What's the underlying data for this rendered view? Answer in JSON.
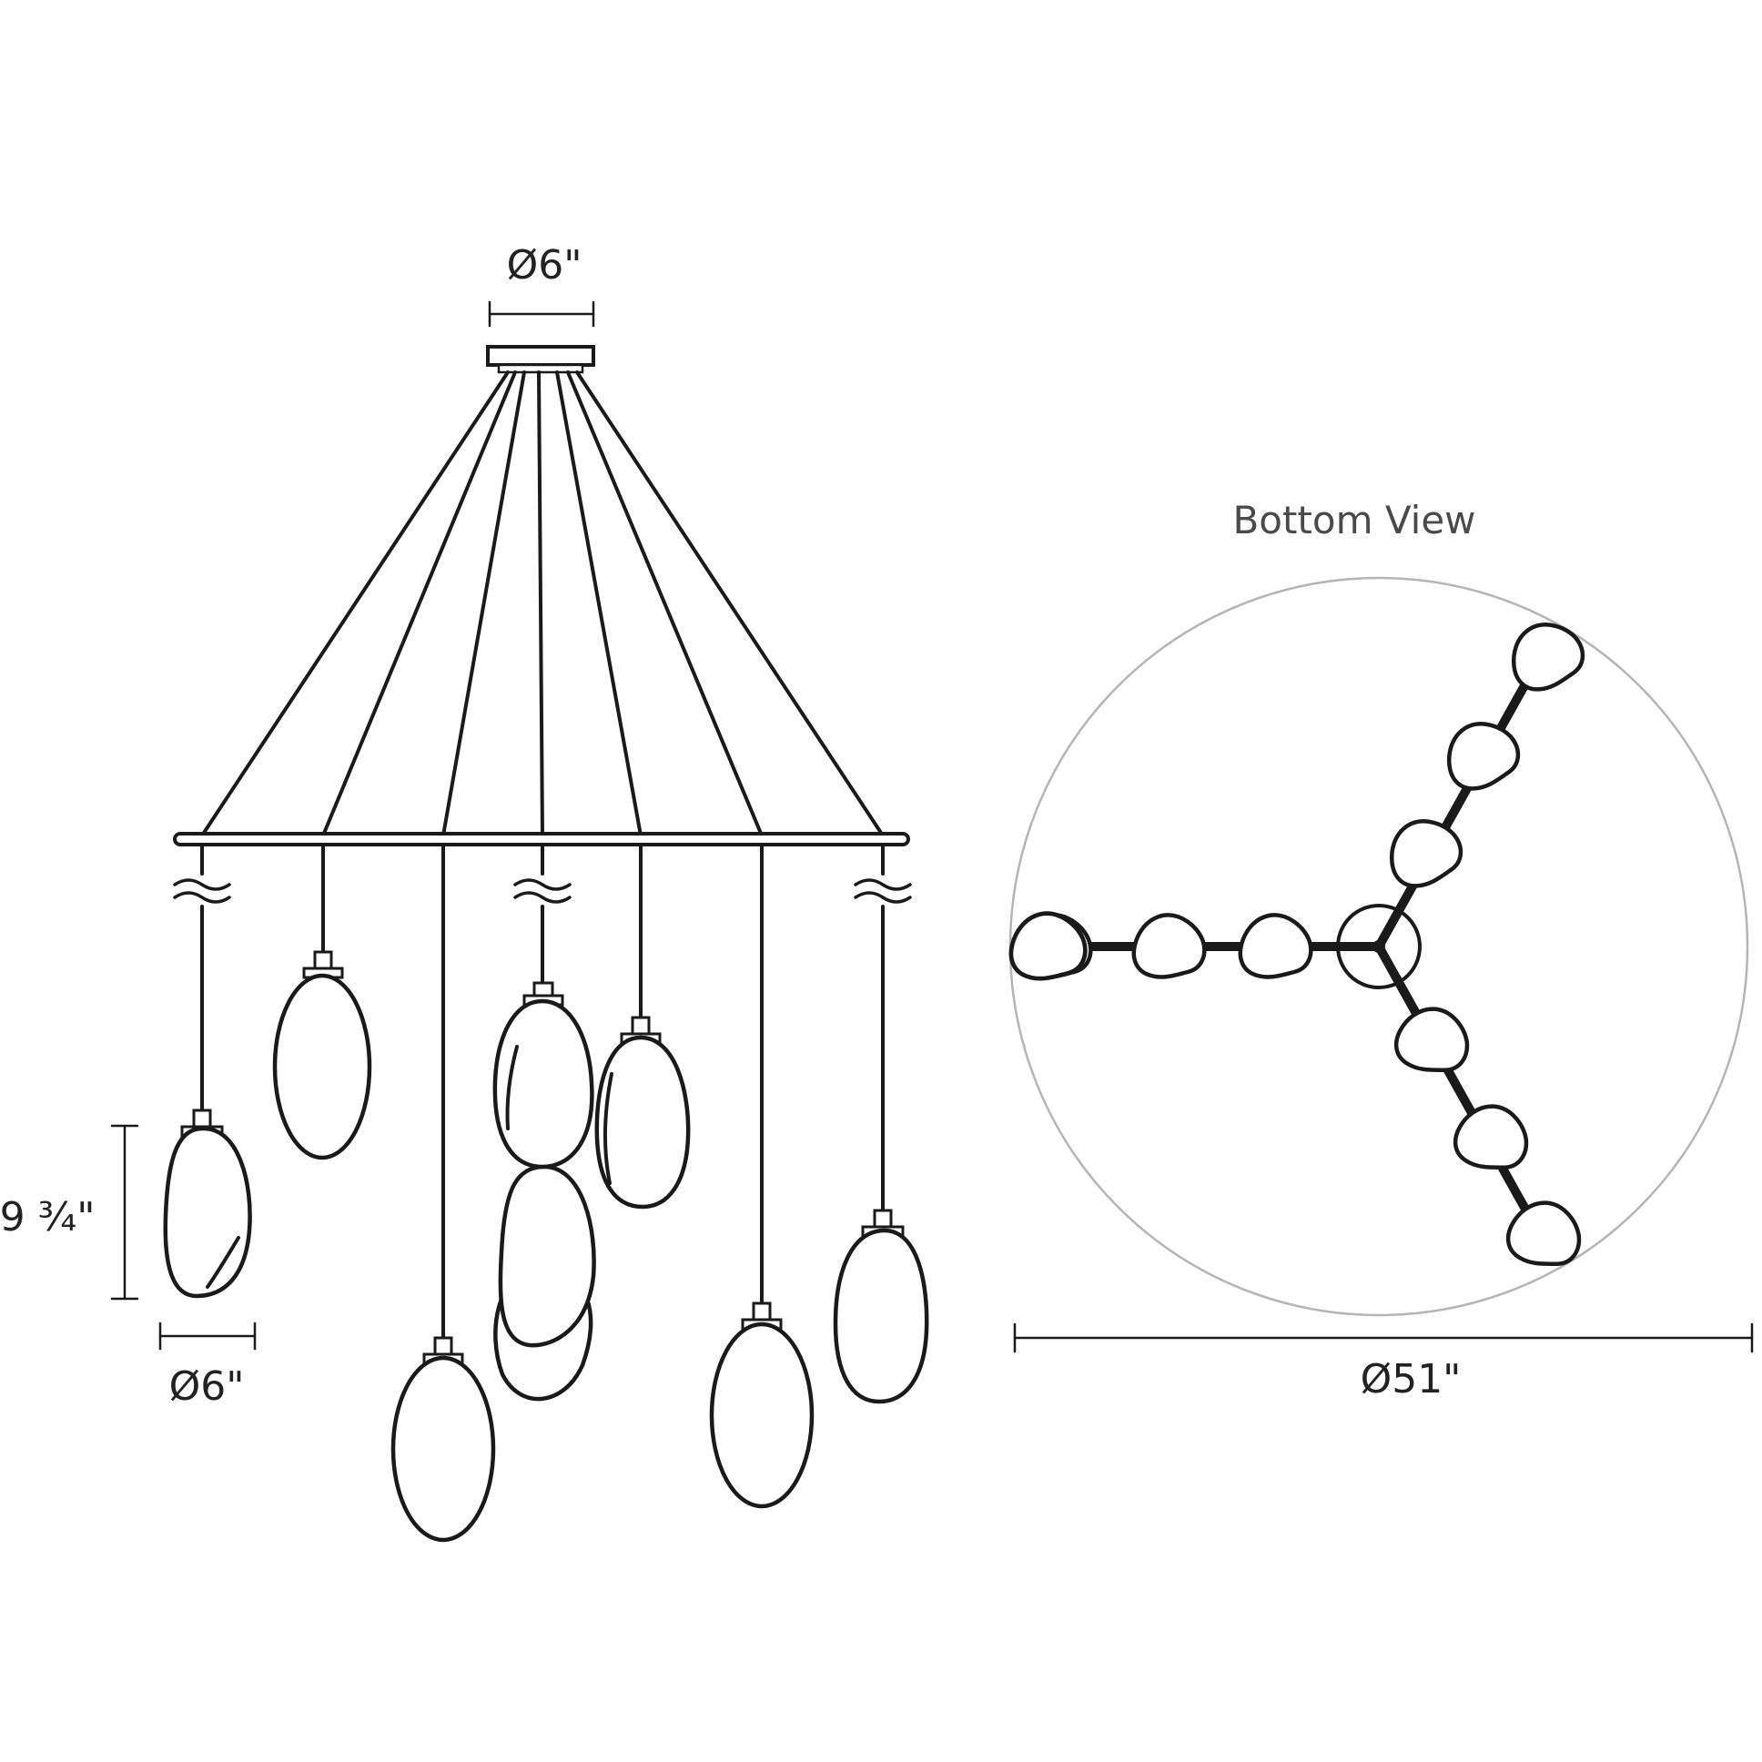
{
  "labels": {
    "canopy_diameter": "Ø6\"",
    "shade_height": "9 ¾\"",
    "shade_diameter": "Ø6\"",
    "bottom_view_title": "Bottom View",
    "overall_diameter": "Ø51\""
  },
  "colors": {
    "line": "#1a1a1a",
    "circle_outline": "#b5b5b5",
    "text": "#222222"
  }
}
